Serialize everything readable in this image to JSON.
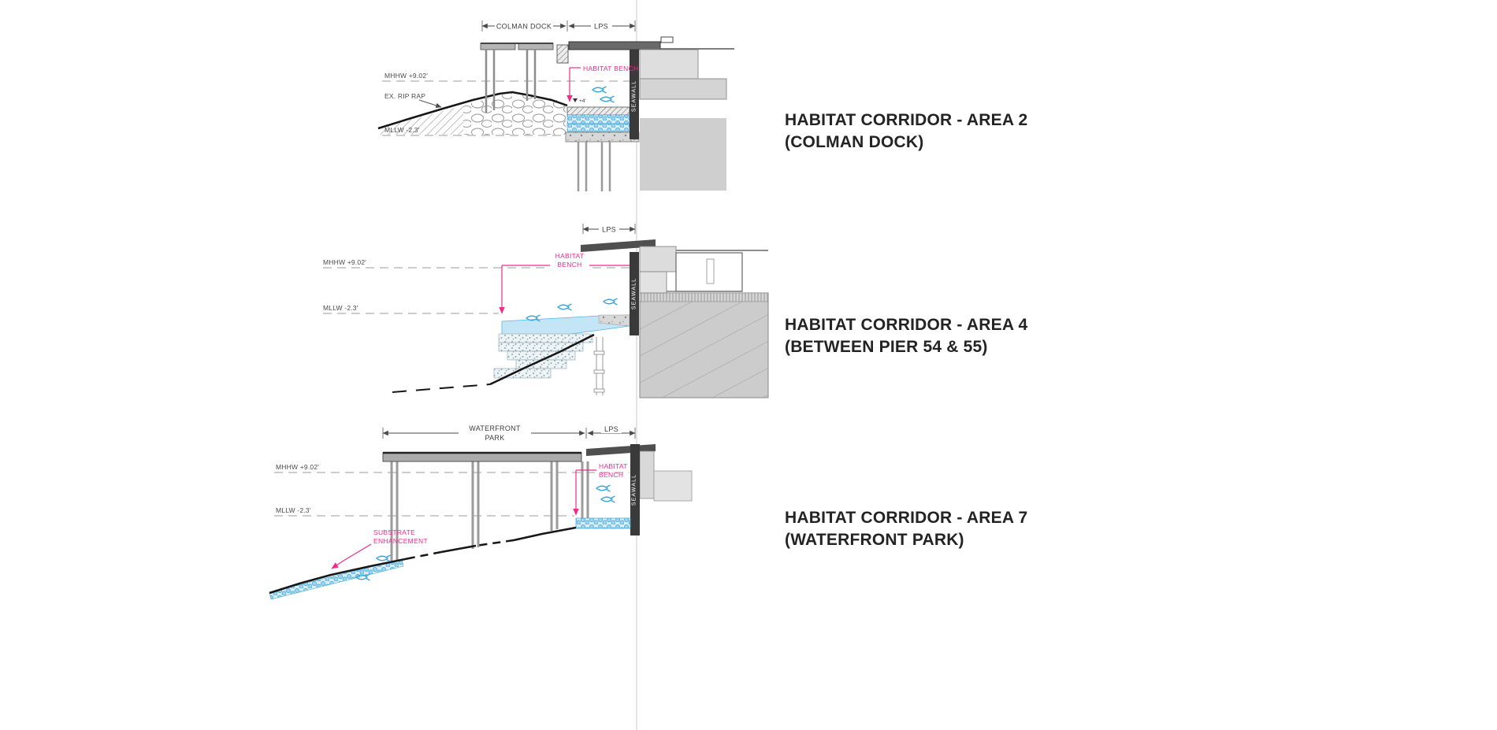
{
  "colors": {
    "pink": "#ec2d8a",
    "blue": "#3aa6d8",
    "seawall_dark": "#3a3a3a",
    "divider_gray": "#c9c9c9"
  },
  "sections": [
    {
      "title": "HABITAT CORRIDOR - AREA 2",
      "subtitle": "(COLMAN DOCK)",
      "labels": {
        "dock": "COLMAN DOCK",
        "lps": "LPS",
        "habitat_bench": "HABITAT BENCH",
        "seawall": "SEAWALL",
        "mhhw": "MHHW +9.02'",
        "mllw": "MLLW -2.3'",
        "riprap": "EX. RIP RAP",
        "elev": "+4'"
      }
    },
    {
      "title": "HABITAT CORRIDOR - AREA 4",
      "subtitle": "(BETWEEN PIER 54 & 55)",
      "labels": {
        "lps": "LPS",
        "habitat_l1": "HABITAT",
        "habitat_l2": "BENCH",
        "seawall": "SEAWALL",
        "mhhw": "MHHW +9.02'",
        "mllw": "MLLW -2.3'"
      }
    },
    {
      "title": "HABITAT CORRIDOR - AREA 7",
      "subtitle": "(WATERFRONT PARK)",
      "labels": {
        "park_l1": "WATERFRONT",
        "park_l2": "PARK",
        "lps": "LPS",
        "habitat_l1": "HABITAT",
        "habitat_l2": "BENCH",
        "seawall": "SEAWALL",
        "mhhw": "MHHW +9.02'",
        "mllw": "MLLW -2.3'",
        "substrate_l1": "SUBSTRATE",
        "substrate_l2": "ENHANCEMENT"
      }
    }
  ]
}
